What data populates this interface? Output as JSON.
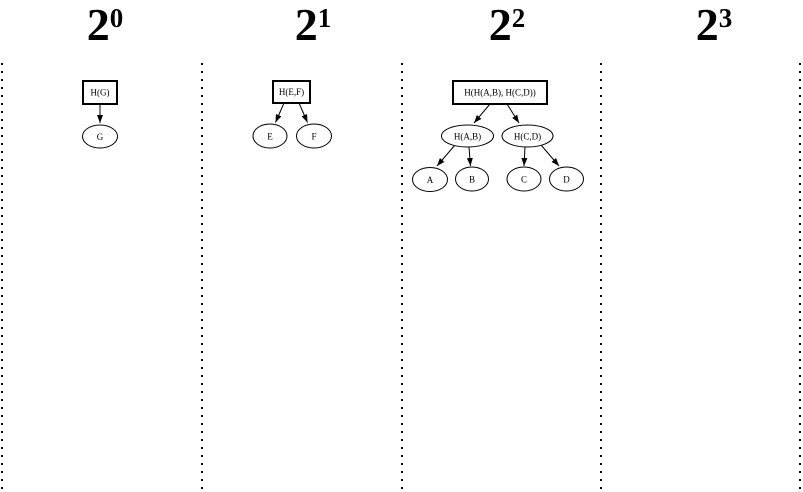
{
  "figure": {
    "description": "Hash tree diagram with four columns of capacity 2^n",
    "ink_color": "#000000",
    "background_color": "#ffffff"
  },
  "columns": [
    {
      "heading_base": "2",
      "heading_exp": "0"
    },
    {
      "heading_base": "2",
      "heading_exp": "1"
    },
    {
      "heading_base": "2",
      "heading_exp": "2"
    },
    {
      "heading_base": "2",
      "heading_exp": "3"
    }
  ],
  "trees": {
    "t0": {
      "root": "H(G)",
      "g": "G"
    },
    "t1": {
      "root": "H(E,F)",
      "e": "E",
      "f": "F"
    },
    "t2": {
      "root": "H(H(A,B), H(C,D))",
      "hab": "H(A,B)",
      "hcd": "H(C,D)",
      "a": "A",
      "b": "B",
      "c": "C",
      "d": "D"
    }
  }
}
